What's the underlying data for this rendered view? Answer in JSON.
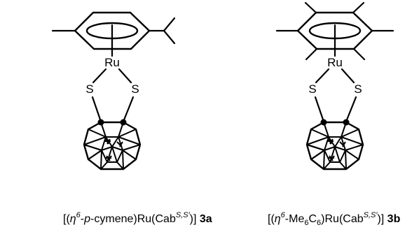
{
  "compounds": [
    {
      "id": "3a",
      "ring_type": "p-cymene",
      "metal": "Ru",
      "sulfur_left": "S",
      "sulfur_right": "S",
      "caption": {
        "pre": "[(",
        "eta": "η",
        "hapticity": "6",
        "ligand_pre": "-",
        "ligand_italic": "p",
        "ligand_post": "-cymene)Ru(Cab",
        "sup": "S,S′",
        "post": ")]",
        "label": "3a"
      }
    },
    {
      "id": "3b",
      "ring_type": "hexamethylbenzene",
      "metal": "Ru",
      "sulfur_left": "S",
      "sulfur_right": "S",
      "caption": {
        "pre": "[(",
        "eta": "η",
        "hapticity": "6",
        "ligand_main": "-Me",
        "sub1": "6",
        "ligand_c": "C",
        "sub2": "6",
        "ligand_post": ")Ru(Cab",
        "sup": "S,S′",
        "post": ")]",
        "label": "3b"
      }
    }
  ]
}
